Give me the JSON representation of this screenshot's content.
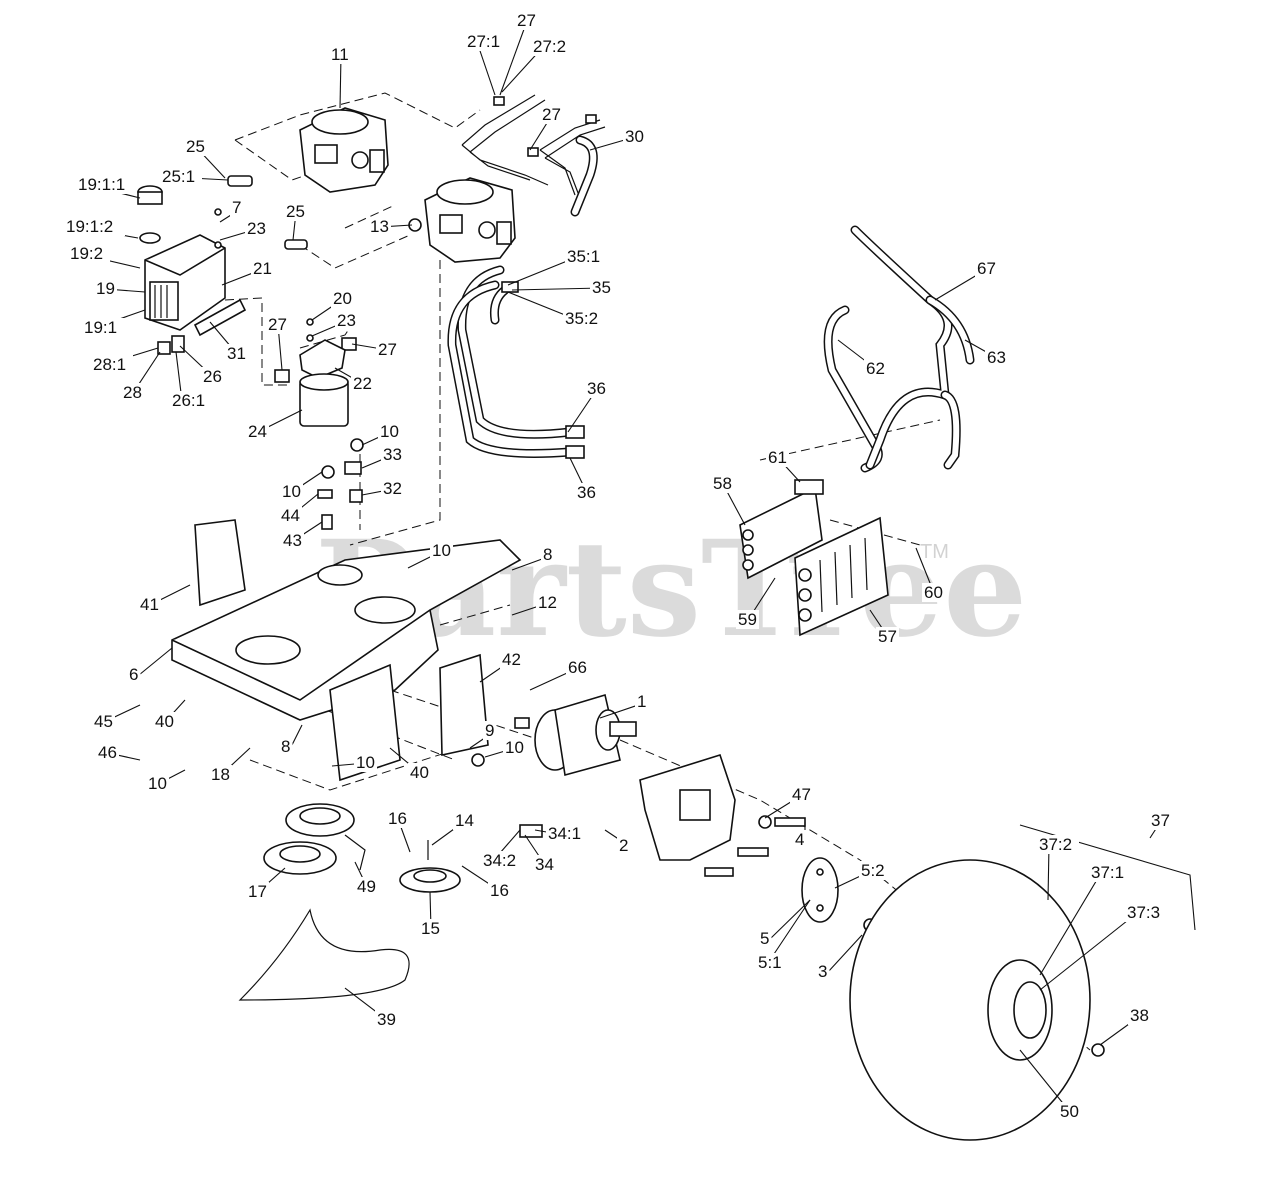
{
  "watermark": {
    "text": "PartsTree",
    "trademark": "TM"
  },
  "callouts": [
    {
      "label": "27"
    },
    {
      "label": "27:1"
    },
    {
      "label": "27:2"
    },
    {
      "label": "11"
    },
    {
      "label": "27"
    },
    {
      "label": "30"
    },
    {
      "label": "25"
    },
    {
      "label": "25:1"
    },
    {
      "label": "19:1:1"
    },
    {
      "label": "7"
    },
    {
      "label": "23"
    },
    {
      "label": "19:1:2"
    },
    {
      "label": "25"
    },
    {
      "label": "13"
    },
    {
      "label": "19:2"
    },
    {
      "label": "21"
    },
    {
      "label": "19"
    },
    {
      "label": "19:1"
    },
    {
      "label": "20"
    },
    {
      "label": "23"
    },
    {
      "label": "27"
    },
    {
      "label": "27"
    },
    {
      "label": "31"
    },
    {
      "label": "28:1"
    },
    {
      "label": "26"
    },
    {
      "label": "28"
    },
    {
      "label": "26:1"
    },
    {
      "label": "22"
    },
    {
      "label": "24"
    },
    {
      "label": "35:1"
    },
    {
      "label": "35"
    },
    {
      "label": "35:2"
    },
    {
      "label": "36"
    },
    {
      "label": "36"
    },
    {
      "label": "10"
    },
    {
      "label": "33"
    },
    {
      "label": "10"
    },
    {
      "label": "32"
    },
    {
      "label": "44"
    },
    {
      "label": "43"
    },
    {
      "label": "67"
    },
    {
      "label": "62"
    },
    {
      "label": "63"
    },
    {
      "label": "61"
    },
    {
      "label": "58"
    },
    {
      "label": "60"
    },
    {
      "label": "59"
    },
    {
      "label": "57"
    },
    {
      "label": "10"
    },
    {
      "label": "8"
    },
    {
      "label": "41"
    },
    {
      "label": "12"
    },
    {
      "label": "6"
    },
    {
      "label": "42"
    },
    {
      "label": "66"
    },
    {
      "label": "1"
    },
    {
      "label": "45"
    },
    {
      "label": "40"
    },
    {
      "label": "46"
    },
    {
      "label": "9"
    },
    {
      "label": "10"
    },
    {
      "label": "8"
    },
    {
      "label": "10"
    },
    {
      "label": "18"
    },
    {
      "label": "40"
    },
    {
      "label": "10"
    },
    {
      "label": "47"
    },
    {
      "label": "4"
    },
    {
      "label": "16"
    },
    {
      "label": "14"
    },
    {
      "label": "34:2"
    },
    {
      "label": "34:1"
    },
    {
      "label": "2"
    },
    {
      "label": "34"
    },
    {
      "label": "16"
    },
    {
      "label": "17"
    },
    {
      "label": "49"
    },
    {
      "label": "15"
    },
    {
      "label": "5:2"
    },
    {
      "label": "37"
    },
    {
      "label": "37:2"
    },
    {
      "label": "37:1"
    },
    {
      "label": "37:3"
    },
    {
      "label": "5"
    },
    {
      "label": "5:1"
    },
    {
      "label": "3"
    },
    {
      "label": "39"
    },
    {
      "label": "38"
    },
    {
      "label": "50"
    }
  ]
}
